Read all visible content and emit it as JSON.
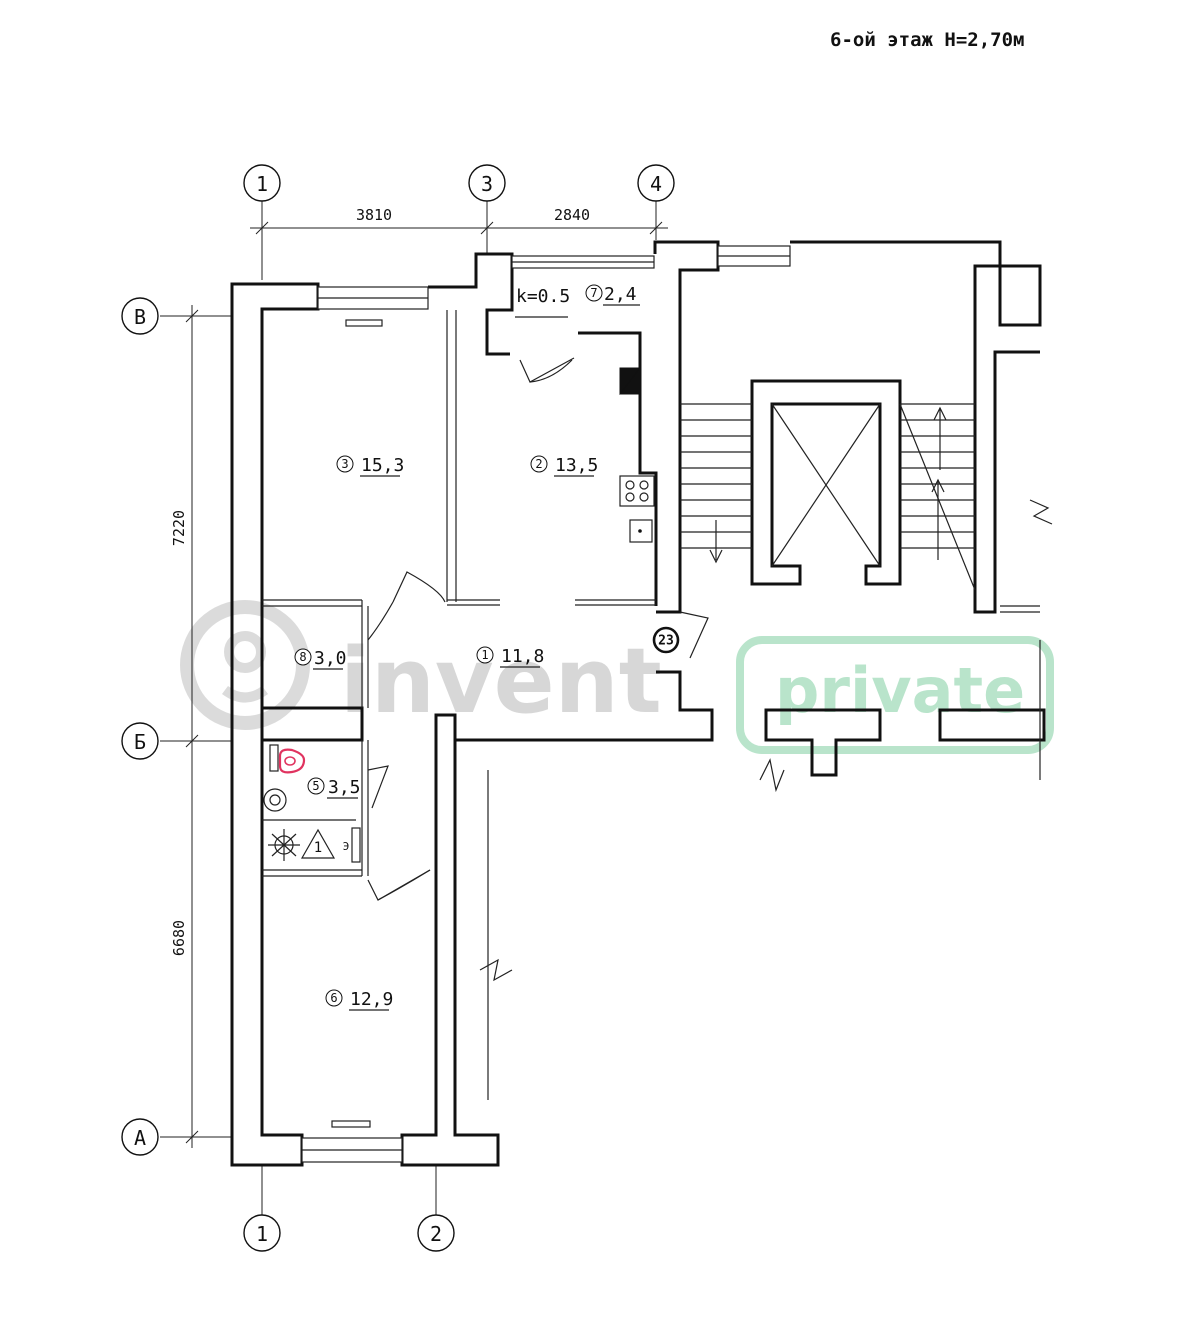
{
  "title": "6-ой этаж H=2,70м",
  "axes": {
    "top": [
      "1",
      "3",
      "4"
    ],
    "bottom": [
      "1",
      "2"
    ],
    "left": [
      "В",
      "Б",
      "А"
    ]
  },
  "dimensions": {
    "top_1_3": "3810",
    "top_3_4": "2840",
    "left_v_b": "7220",
    "left_b_a": "6680"
  },
  "rooms": [
    {
      "number": "1",
      "area": "11,8"
    },
    {
      "number": "2",
      "area": "13,5"
    },
    {
      "number": "3",
      "area": "15,3"
    },
    {
      "number": "5",
      "area": "3,5"
    },
    {
      "number": "6",
      "area": "12,9"
    },
    {
      "number": "7",
      "area": "2,4"
    },
    {
      "number": "8",
      "area": "3,0"
    }
  ],
  "coefficient_label": "k=0.5",
  "entrance_marker": "23",
  "triangle_mark": "1",
  "meter_mark": "Э",
  "watermark": {
    "brand": "invent",
    "badge": "private"
  }
}
